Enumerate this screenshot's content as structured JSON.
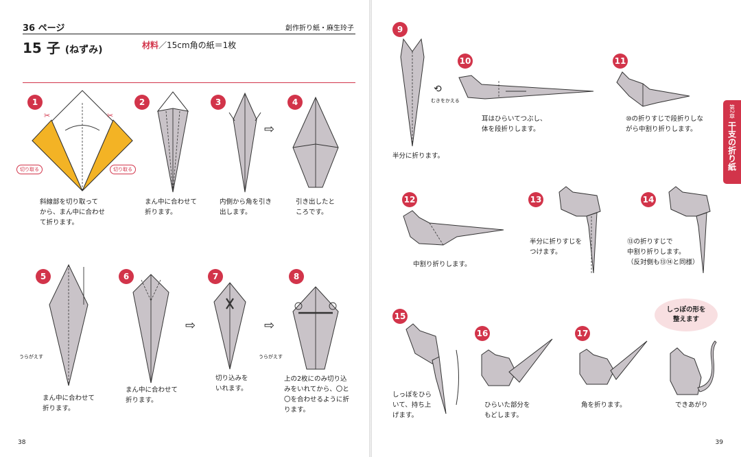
{
  "header": {
    "page_label": "36 ページ",
    "credit": "創作折り紙・麻生玲子",
    "title_main": "15 子",
    "title_reading": "(ねずみ)",
    "material_label": "材料",
    "material_text": "／15cm角の紙＝1枚"
  },
  "side_tab": {
    "chapter": "第2章",
    "title": "干支の折り紙"
  },
  "labels": {
    "cut": "切り取る",
    "flip": "うらがえす",
    "turn": "むきをかえる"
  },
  "bubble": "しっぽの形を\n整えます",
  "page_numbers": {
    "left": "38",
    "right": "39"
  },
  "steps": [
    {
      "n": "1",
      "caption": "斜線部を切り取って\nから、まん中に合わせ\nて折ります。"
    },
    {
      "n": "2",
      "caption": "まん中に合わせて\n折ります。"
    },
    {
      "n": "3",
      "caption": "内側から角を引き\n出します。"
    },
    {
      "n": "4",
      "caption": "引き出したと\nころです。"
    },
    {
      "n": "5",
      "caption": "まん中に合わせて\n折ります。"
    },
    {
      "n": "6",
      "caption": "まん中に合わせて\n折ります。"
    },
    {
      "n": "7",
      "caption": "切り込みを\nいれます。"
    },
    {
      "n": "8",
      "caption": "上の2枚にのみ切り込\nみをいれてから、〇と\n〇を合わせるように折\nります。"
    },
    {
      "n": "9",
      "caption": "半分に折ります。"
    },
    {
      "n": "10",
      "caption": "耳はひらいてつぶし、\n体を段折りします。"
    },
    {
      "n": "11",
      "caption": "⑩の折りすじで段折りしな\nがら中割り折りします。"
    },
    {
      "n": "12",
      "caption": "中割り折りします。"
    },
    {
      "n": "13",
      "caption": "半分に折りすじを\nつけます。"
    },
    {
      "n": "14",
      "caption": "⑬の折りすじで\n中割り折りします。\n（反対側も⑬⑭と同様）"
    },
    {
      "n": "15",
      "caption": "しっぽをひら\nいて、持ち上\nげます。"
    },
    {
      "n": "16",
      "caption": "ひらいた部分を\nもどします。"
    },
    {
      "n": "17",
      "caption": "角を折ります。"
    },
    {
      "n": "",
      "caption": "できあがり"
    }
  ]
}
